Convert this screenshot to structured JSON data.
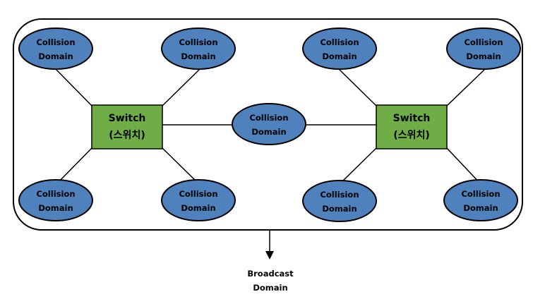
{
  "collision_domain": {
    "line1": "Collision",
    "line2": "Domain"
  },
  "switch": {
    "line1": "Switch",
    "line2": "(스위치)"
  },
  "broadcast_domain": {
    "line1": "Broadcast",
    "line2": "Domain"
  },
  "colors": {
    "ellipse_fill": "#4f81bd",
    "ellipse_stroke": "#000000",
    "switch_fill": "#70ad47",
    "switch_stroke": "#000000",
    "line": "#000000"
  }
}
